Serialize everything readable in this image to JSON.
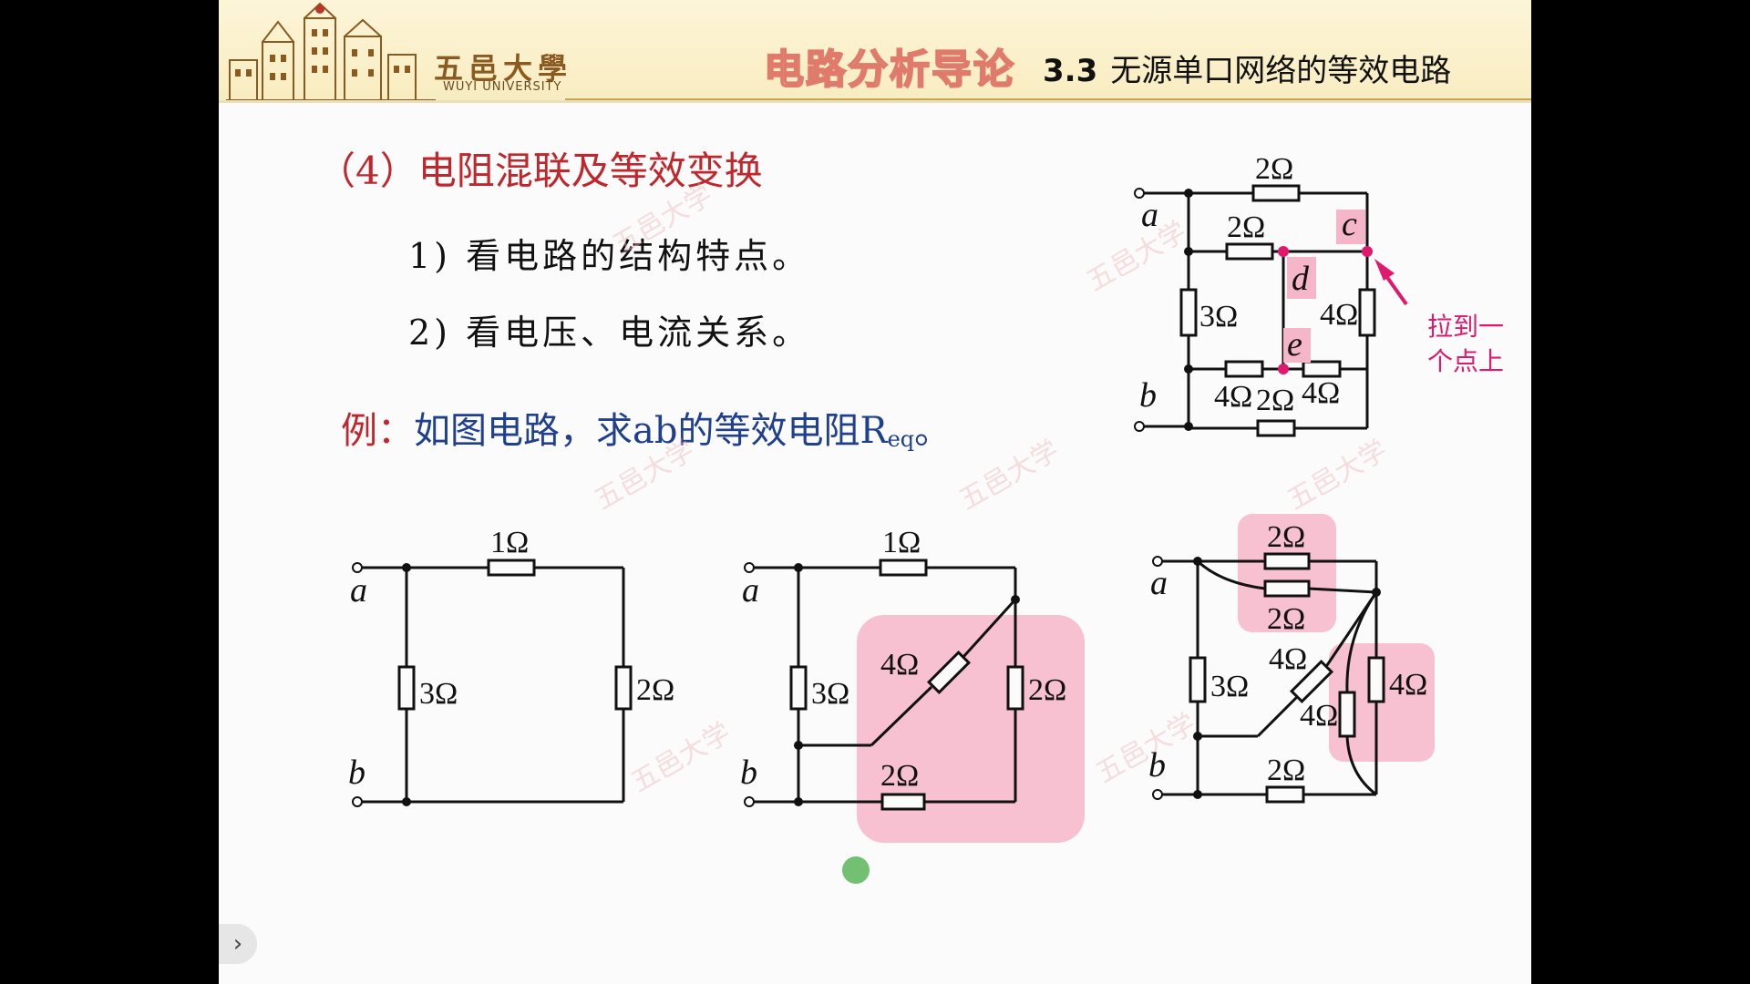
{
  "header": {
    "logo_text": "五邑大學",
    "logo_sub": "WUYI UNIVERSITY",
    "course_title": "电路分析导论",
    "section_number": "3.3",
    "section_title": "无源单口网络的等效电路"
  },
  "content": {
    "heading": "（4）电阻混联及等效变换",
    "step1": "1) 看电路的结构特点。",
    "step2": "2) 看电压、电流关系。",
    "example_prefix": "例：",
    "example_text": "如图电路，求ab的等效电阻R",
    "example_sub": "eq",
    "example_end": "。"
  },
  "watermark": "五邑大学",
  "circuit_top": {
    "node_a": "a",
    "node_b": "b",
    "node_c": "c",
    "node_d": "d",
    "node_e": "e",
    "r_top": "2Ω",
    "r_mid": "2Ω",
    "r_left": "3Ω",
    "r_right": "4Ω",
    "r_low1": "4Ω",
    "r_low2": "4Ω",
    "r_bottom": "2Ω",
    "note_line1": "拉到一",
    "note_line2": "个点上"
  },
  "circuit_1": {
    "node_a": "a",
    "node_b": "b",
    "r_top": "1Ω",
    "r_left": "3Ω",
    "r_right": "2Ω"
  },
  "circuit_2": {
    "node_a": "a",
    "node_b": "b",
    "r_top": "1Ω",
    "r_left": "3Ω",
    "r_diag": "4Ω",
    "r_right": "2Ω",
    "r_bottom": "2Ω"
  },
  "circuit_3": {
    "node_a": "a",
    "node_b": "b",
    "r_top1": "2Ω",
    "r_top2": "2Ω",
    "r_left": "3Ω",
    "r_diag": "4Ω",
    "r_inner": "4Ω",
    "r_right": "4Ω",
    "r_bottom": "2Ω"
  },
  "colors": {
    "accent_red": "#c0272d",
    "blue": "#1f3f8f",
    "highlight_pink": "#f6b6c9",
    "node_pink": "#e0196d",
    "header_bg": "#fdf5d8"
  },
  "icons": {
    "nav": "chevron-right-icon"
  },
  "nav_glyph": "›"
}
